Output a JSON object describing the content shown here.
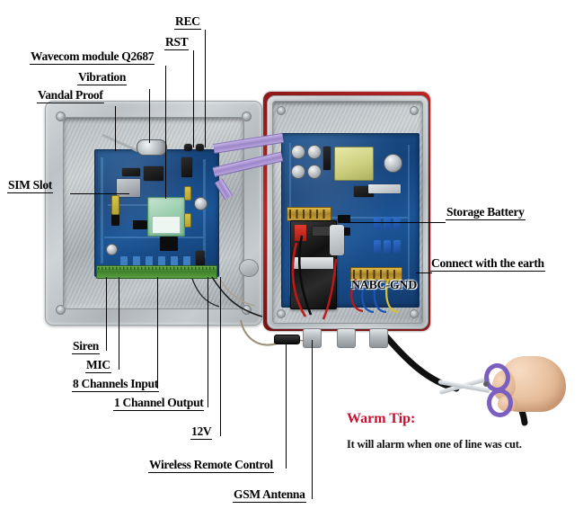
{
  "diagram": {
    "title": "GSM Alarm Control Box Annotated Diagram",
    "background_color": "#ffffff",
    "accent_red": "#c8102e"
  },
  "callouts": [
    {
      "id": "rec",
      "label": "REC"
    },
    {
      "id": "rst",
      "label": "RST"
    },
    {
      "id": "wavecom",
      "label": "Wavecom module Q2687"
    },
    {
      "id": "vibration",
      "label": "Vibration"
    },
    {
      "id": "vandal",
      "label": "Vandal Proof"
    },
    {
      "id": "sim",
      "label": "SIM Slot"
    },
    {
      "id": "siren",
      "label": "Siren"
    },
    {
      "id": "mic",
      "label": "MIC"
    },
    {
      "id": "inputs",
      "label": "8 Channels Input"
    },
    {
      "id": "output",
      "label": "1 Channel Output"
    },
    {
      "id": "power",
      "label": "12V"
    },
    {
      "id": "remote",
      "label": "Wireless Remote Control"
    },
    {
      "id": "antenna",
      "label": "GSM Antenna"
    },
    {
      "id": "battery",
      "label": "Storage Battery"
    },
    {
      "id": "earth",
      "label": "Connect with the earth"
    },
    {
      "id": "terminal",
      "label": "NABC-GND"
    }
  ],
  "warm_tip": {
    "heading": "Warm Tip:",
    "heading_color": "#c8102e",
    "body": "It will alarm when one of line was cut."
  },
  "icons": {
    "scissors": "scissors-icon",
    "hand": "hand-icon",
    "antenna": "antenna-icon",
    "remote": "remote-control-icon"
  }
}
